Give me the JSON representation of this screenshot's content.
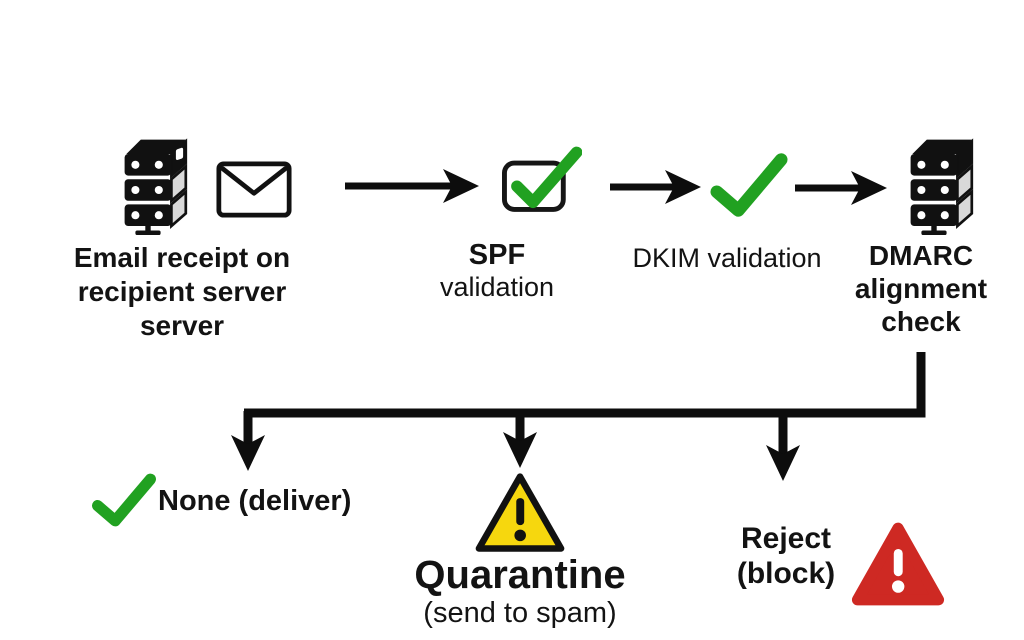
{
  "diagram": {
    "flow_nodes": [
      {
        "id": "email-receipt",
        "label": "Email receipt on\nrecipient server\nserver",
        "icons": [
          "server-icon",
          "envelope-icon"
        ]
      },
      {
        "id": "spf-validation",
        "title": "SPF",
        "subtitle": "validation",
        "icon": "checkbox-checked-icon"
      },
      {
        "id": "dkim-validation",
        "label": "DKIM validation",
        "icon": "green-check-icon"
      },
      {
        "id": "dmarc-alignment",
        "label": "DMARC\nalignment\ncheck",
        "icon": "server-icon"
      }
    ],
    "outcomes": [
      {
        "id": "none-deliver",
        "label": "None (deliver)",
        "icon": "green-check-icon"
      },
      {
        "id": "quarantine",
        "title": "Quarantine",
        "subtitle": "(send to spam)",
        "icon": "warning-triangle-yellow-icon"
      },
      {
        "id": "reject-block",
        "label": "Reject\n(block)",
        "icon": "alert-triangle-red-icon"
      }
    ],
    "colors": {
      "check_green": "#21A121",
      "warning_yellow": "#F6D70E",
      "alert_red": "#CE2923",
      "line_black": "#0D0D0D"
    }
  }
}
